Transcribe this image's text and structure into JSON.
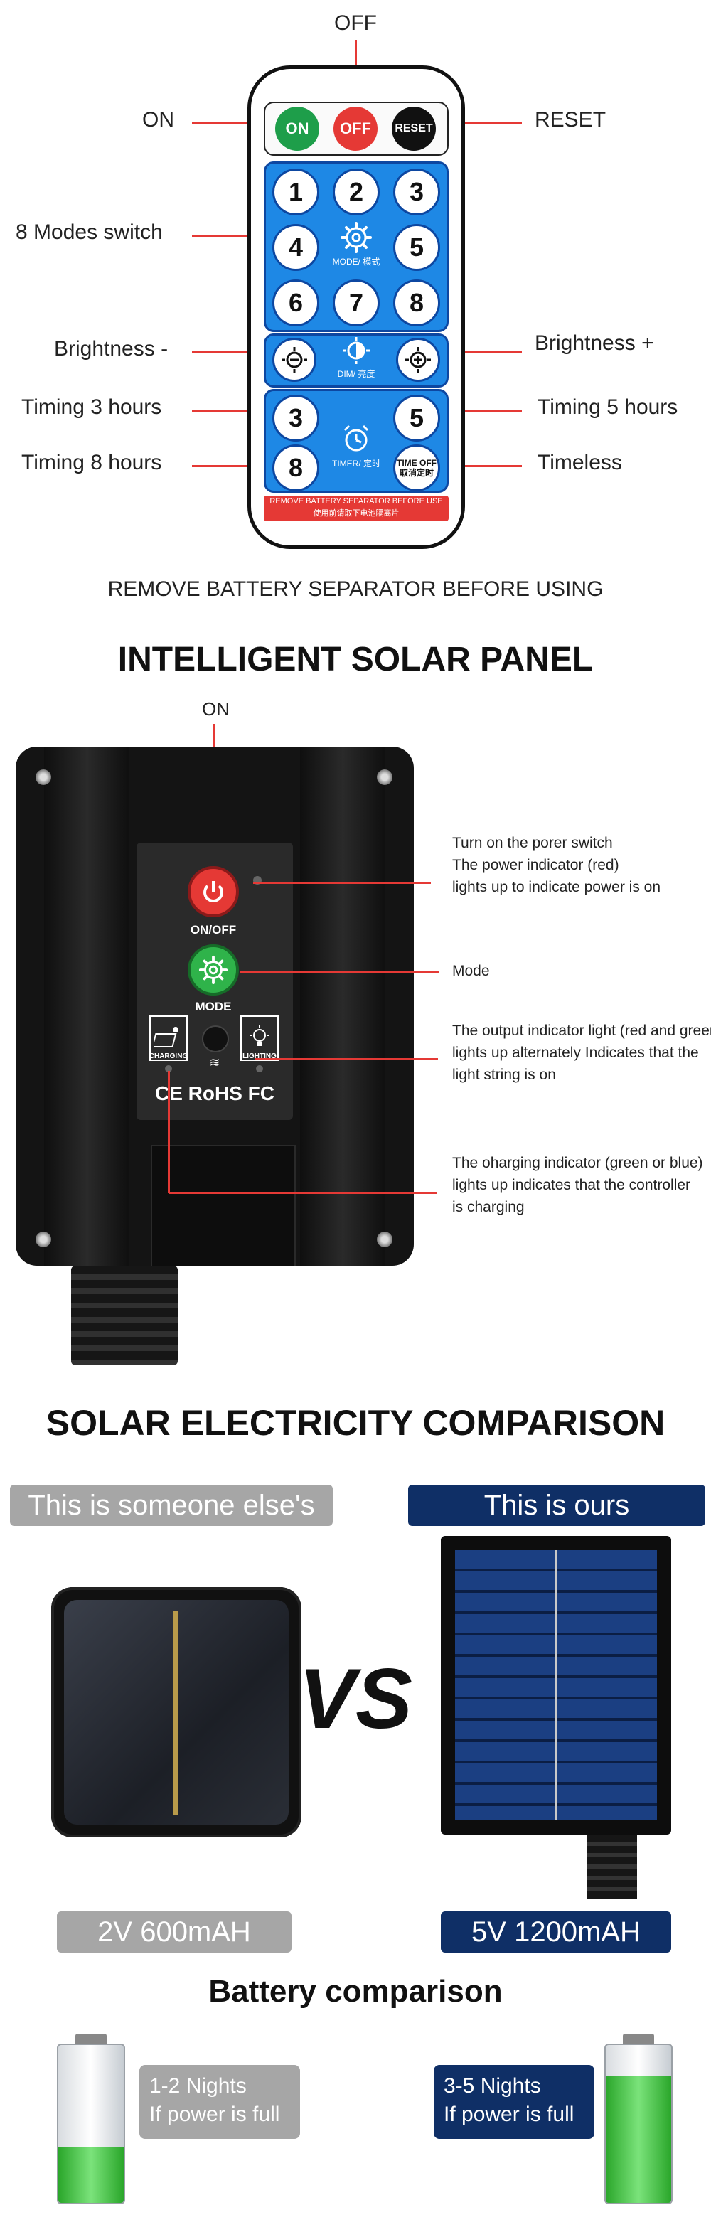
{
  "remote": {
    "off_top_label": "OFF",
    "on_label": "ON",
    "reset_label": "RESET",
    "modes_label": "8 Modes switch",
    "brightness_minus_label": "Brightness -",
    "brightness_plus_label": "Brightness +",
    "timing3_label": "Timing 3 hours",
    "timing5_label": "Timing 5 hours",
    "timing8_label": "Timing 8 hours",
    "timeless_label": "Timeless",
    "btn_on": "ON",
    "btn_off": "OFF",
    "btn_reset": "RESET",
    "mode_buttons": [
      "1",
      "2",
      "3",
      "4",
      "5",
      "6",
      "7",
      "8"
    ],
    "mode_caption": "MODE/ 模式",
    "dim_caption": "DIM/ 亮度",
    "timer_buttons": [
      "3",
      "5",
      "8"
    ],
    "timer_caption": "TIMER/ 定时",
    "timeoff_line1": "TIME OFF",
    "timeoff_line2": "取消定时",
    "warning_line1": "REMOVE BATTERY SEPARATOR BEFORE USE",
    "warning_line2": "使用前请取下电池隔离片",
    "colors": {
      "on": "#1e9e4a",
      "off": "#e53935",
      "reset": "#111111",
      "panel": "#1e88e5"
    }
  },
  "separator_note": "REMOVE BATTERY SEPARATOR BEFORE USING",
  "solar_panel_section": {
    "title": "INTELLIGENT SOLAR PANEL",
    "on_label": "ON",
    "onoff_caption": "ON/OFF",
    "mode_caption": "MODE",
    "charging_caption": "CHARGING",
    "lighting_caption": "LIGHTING",
    "cert_text": "CE RoHS FC",
    "desc_power": [
      "Turn on the porer switch",
      "The power indicator (red)",
      "lights up to indicate power is on"
    ],
    "desc_mode": [
      "Mode"
    ],
    "desc_output": [
      "The output indicator light (red and green)",
      "lights up alternately Indicates that the",
      "light string is on"
    ],
    "desc_charging": [
      "The oharging indicator (green or blue)",
      "lights up indicates that the controller",
      "is charging"
    ]
  },
  "comparison": {
    "title": "SOLAR ELECTRICITY COMPARISON",
    "theirs_tag": "This is someone else's",
    "ours_tag": "This is ours",
    "vs": "VS",
    "theirs_spec": "2V 600mAH",
    "ours_spec": "5V 1200mAH",
    "colors": {
      "theirs": "#a6a6a6",
      "ours": "#0f2f66"
    }
  },
  "battery": {
    "title": "Battery comparison",
    "theirs_note": [
      "1-2 Nights",
      "If power is full"
    ],
    "ours_note": [
      "3-5 Nights",
      "If power is full"
    ],
    "theirs_level_fraction": 0.35,
    "ours_level_fraction": 0.8
  }
}
